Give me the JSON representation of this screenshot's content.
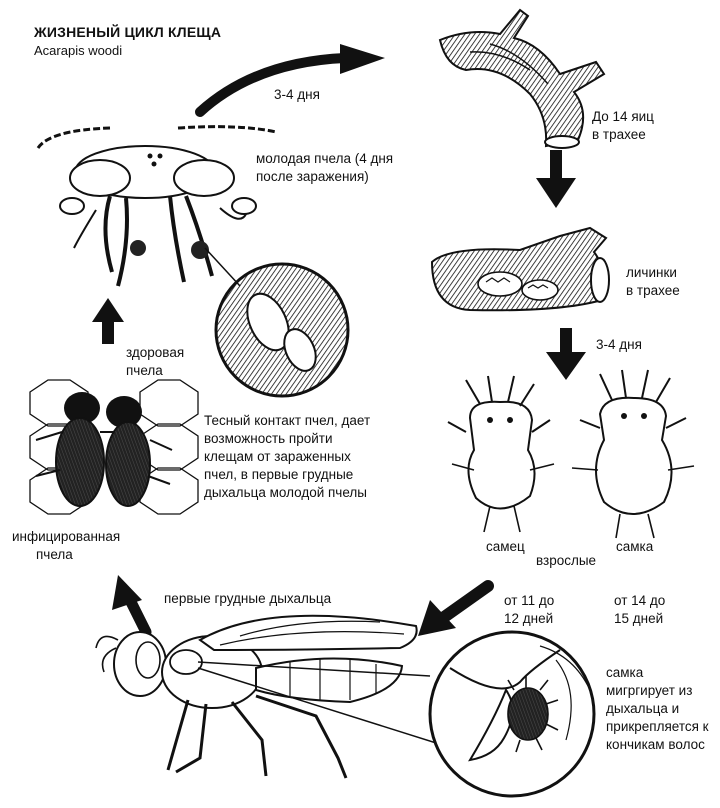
{
  "title": "ЖИЗНЕНЫЙ ЦИКЛ КЛЕЩА",
  "species": "Acarapis woodi",
  "labels": {
    "days_top": "3-4 дня",
    "eggs_line1": "До 14 яиц",
    "eggs_line2": "в трахее",
    "young_bee_line1": "молодая пчела (4 дня",
    "young_bee_line2": "после заражения)",
    "larvae_line1": "личинки",
    "larvae_line2": "в трахее",
    "days_mid": "3-4 дня",
    "healthy_line1": "здоровая",
    "healthy_line2": "пчела",
    "contact_line1": "Тесный контакт пчел, дает",
    "contact_line2": "возможность пройти",
    "contact_line3": "клещам от зараженных",
    "contact_line4": "пчел, в первые грудные",
    "contact_line5": "дыхальца молодой пчелы",
    "infected_line1": "инфицированная",
    "infected_line2": "пчела",
    "male": "самец",
    "adults": "взрослые",
    "female": "самка",
    "male_days_line1": "от 11 до",
    "male_days_line2": "12 дней",
    "female_days_line1": "от 14 до",
    "female_days_line2": "15 дней",
    "spiracles": "первые грудные дыхальца",
    "migrate_line1": "самка",
    "migrate_line2": "мигргирует из",
    "migrate_line3": "дыхальца и",
    "migrate_line4": "прикрепляется к",
    "migrate_line5": "кончикам волос"
  }
}
